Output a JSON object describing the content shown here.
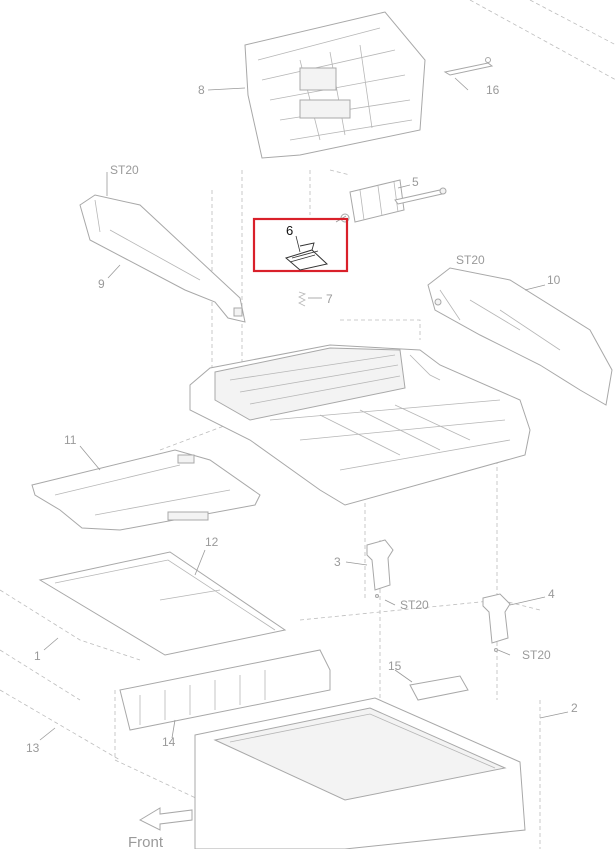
{
  "diagram": {
    "labels": {
      "p1": "1",
      "p2": "2",
      "p3": "3",
      "p4": "4",
      "p5": "5",
      "p6": "6",
      "p7": "7",
      "p8": "8",
      "p9": "9",
      "p10": "10",
      "p11": "11",
      "p12": "12",
      "p13": "13",
      "p14": "14",
      "p15": "15",
      "p16": "16",
      "st20_a": "ST20",
      "st20_b": "ST20",
      "st20_c": "ST20",
      "st20_d": "ST20"
    },
    "front_label": "Front",
    "highlight_color": "#d9202a"
  }
}
